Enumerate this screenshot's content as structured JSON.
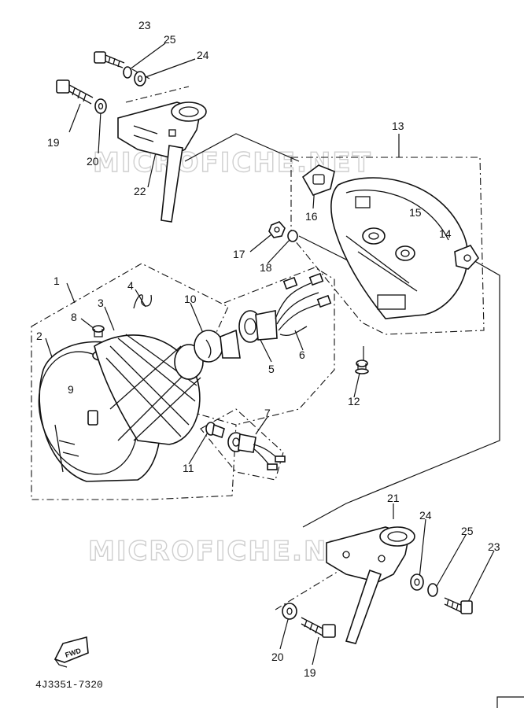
{
  "watermark": "MICROFICHE.NET",
  "diagram_code": "4J3351-7320",
  "fwd_label": "FWD",
  "callouts": [
    {
      "id": "c23a",
      "label": "23"
    },
    {
      "id": "c25a",
      "label": "25"
    },
    {
      "id": "c24a",
      "label": "24"
    },
    {
      "id": "c19a",
      "label": "19"
    },
    {
      "id": "c20a",
      "label": "20"
    },
    {
      "id": "c22",
      "label": "22"
    },
    {
      "id": "c13",
      "label": "13"
    },
    {
      "id": "c16",
      "label": "16"
    },
    {
      "id": "c15",
      "label": "15"
    },
    {
      "id": "c14",
      "label": "14"
    },
    {
      "id": "c17",
      "label": "17"
    },
    {
      "id": "c18",
      "label": "18"
    },
    {
      "id": "c1",
      "label": "1"
    },
    {
      "id": "c4",
      "label": "4"
    },
    {
      "id": "c3",
      "label": "3"
    },
    {
      "id": "c10",
      "label": "10"
    },
    {
      "id": "c8",
      "label": "8"
    },
    {
      "id": "c2",
      "label": "2"
    },
    {
      "id": "c6",
      "label": "6"
    },
    {
      "id": "c5",
      "label": "5"
    },
    {
      "id": "c9",
      "label": "9"
    },
    {
      "id": "c12",
      "label": "12"
    },
    {
      "id": "c7",
      "label": "7"
    },
    {
      "id": "c11",
      "label": "11"
    },
    {
      "id": "c21",
      "label": "21"
    },
    {
      "id": "c24b",
      "label": "24"
    },
    {
      "id": "c25b",
      "label": "25"
    },
    {
      "id": "c23b",
      "label": "23"
    },
    {
      "id": "c20b",
      "label": "20"
    },
    {
      "id": "c19b",
      "label": "19"
    }
  ]
}
